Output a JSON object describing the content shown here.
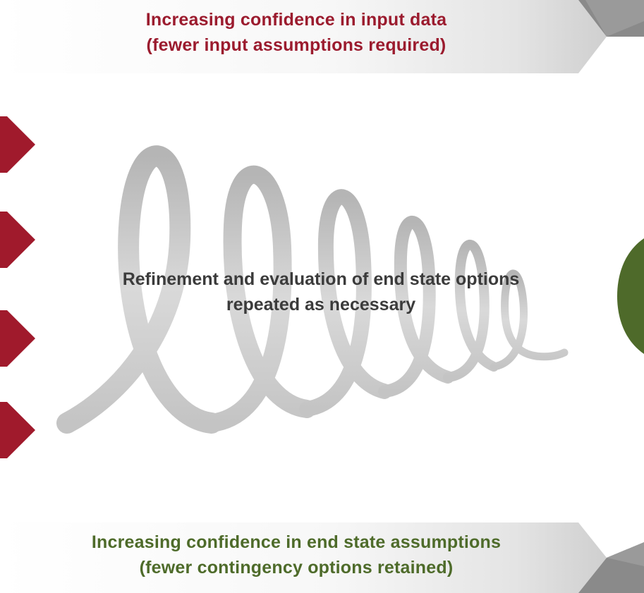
{
  "top_banner": {
    "line1": "Increasing confidence in input data",
    "line2": "(fewer input assumptions required)",
    "text_color": "#9b1b2e"
  },
  "center": {
    "line1": "Refinement and evaluation of end state options",
    "line2": "repeated as necessary"
  },
  "bottom_banner": {
    "line1": "Increasing confidence in end state assumptions",
    "line2": "(fewer contingency options retained)",
    "text_color": "#4e6b2a"
  },
  "colors": {
    "left_marker": "#a01a2c",
    "right_marker": "#4e6a2a",
    "arrow_gray": "#7a7a7a",
    "spiral": "#cfcfcf"
  }
}
